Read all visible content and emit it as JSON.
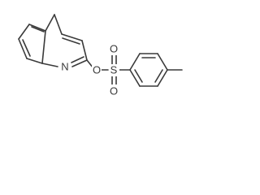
{
  "molecule": {
    "atoms": {
      "nitrogen": "N",
      "ester_oxygen": "O",
      "sulfur": "S",
      "sulfonyl_oxygen_top": "O",
      "sulfonyl_oxygen_bottom": "O"
    }
  }
}
